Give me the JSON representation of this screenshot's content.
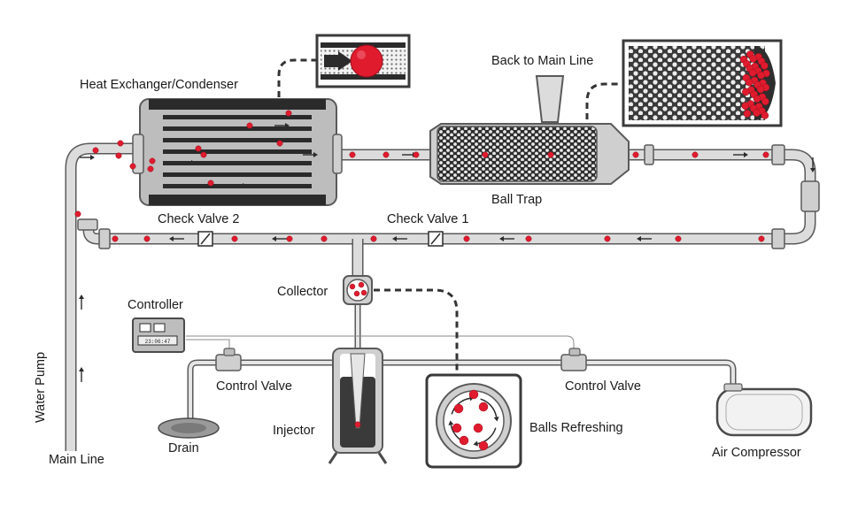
{
  "title": "",
  "labels": {
    "heat_exchanger": "Heat Exchanger/Condenser",
    "back_to_main_line": "Back to Main Line",
    "ball_trap": "Ball Trap",
    "check_valve_2": "Check Valve 2",
    "check_valve_1": "Check Valve 1",
    "collector": "Collector",
    "controller": "Controller",
    "controller_display": "23:06:47",
    "control_valve_left": "Control Valve",
    "control_valve_right": "Control Valve",
    "drain": "Drain",
    "injector": "Injector",
    "balls_refreshing": "Balls Refreshing",
    "air_compressor": "Air Compressor",
    "water_pump": "Water Pump",
    "main_line": "Main Line"
  },
  "colors": {
    "ball": "#e01b2e",
    "pipe_outline": "#5a5a5a",
    "pipe_fill": "#dcdcdc",
    "dark": "#2b2b2b"
  },
  "icons": [
    "flow-arrow-icon",
    "ball-icon",
    "check-valve-icon",
    "control-valve-icon"
  ]
}
